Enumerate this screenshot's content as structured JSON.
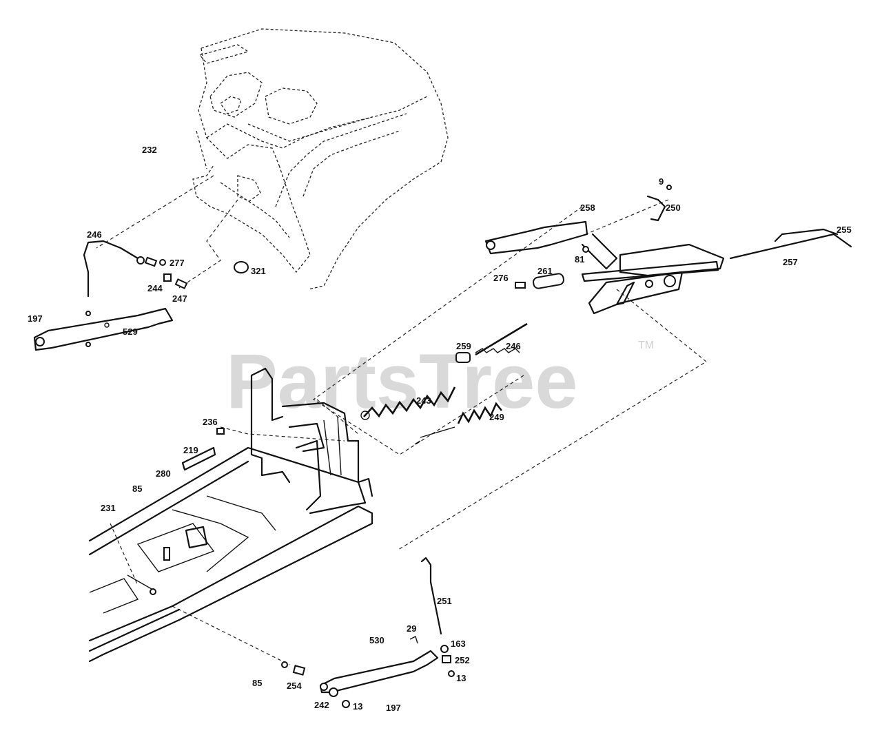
{
  "watermark": {
    "text": "PartsTree",
    "trademark": "TM"
  },
  "callouts": [
    {
      "id": "c232",
      "text": "232"
    },
    {
      "id": "c246a",
      "text": "246"
    },
    {
      "id": "c277",
      "text": "277"
    },
    {
      "id": "c244",
      "text": "244"
    },
    {
      "id": "c247",
      "text": "247"
    },
    {
      "id": "c321",
      "text": "321"
    },
    {
      "id": "c197a",
      "text": "197"
    },
    {
      "id": "c529",
      "text": "529"
    },
    {
      "id": "c9",
      "text": "9"
    },
    {
      "id": "c258",
      "text": "258"
    },
    {
      "id": "c250",
      "text": "250"
    },
    {
      "id": "c255",
      "text": "255"
    },
    {
      "id": "c81",
      "text": "81"
    },
    {
      "id": "c257",
      "text": "257"
    },
    {
      "id": "c276",
      "text": "276"
    },
    {
      "id": "c261",
      "text": "261"
    },
    {
      "id": "c259",
      "text": "259"
    },
    {
      "id": "c246b",
      "text": "246"
    },
    {
      "id": "c243",
      "text": "243"
    },
    {
      "id": "c249",
      "text": "249"
    },
    {
      "id": "c236",
      "text": "236"
    },
    {
      "id": "c219",
      "text": "219"
    },
    {
      "id": "c280",
      "text": "280"
    },
    {
      "id": "c85a",
      "text": "85"
    },
    {
      "id": "c231",
      "text": "231"
    },
    {
      "id": "c251",
      "text": "251"
    },
    {
      "id": "c29",
      "text": "29"
    },
    {
      "id": "c530",
      "text": "530"
    },
    {
      "id": "c163",
      "text": "163"
    },
    {
      "id": "c252",
      "text": "252"
    },
    {
      "id": "c13a",
      "text": "13"
    },
    {
      "id": "c85b",
      "text": "85"
    },
    {
      "id": "c254",
      "text": "254"
    },
    {
      "id": "c242",
      "text": "242"
    },
    {
      "id": "c13b",
      "text": "13"
    },
    {
      "id": "c197b",
      "text": "197"
    }
  ]
}
